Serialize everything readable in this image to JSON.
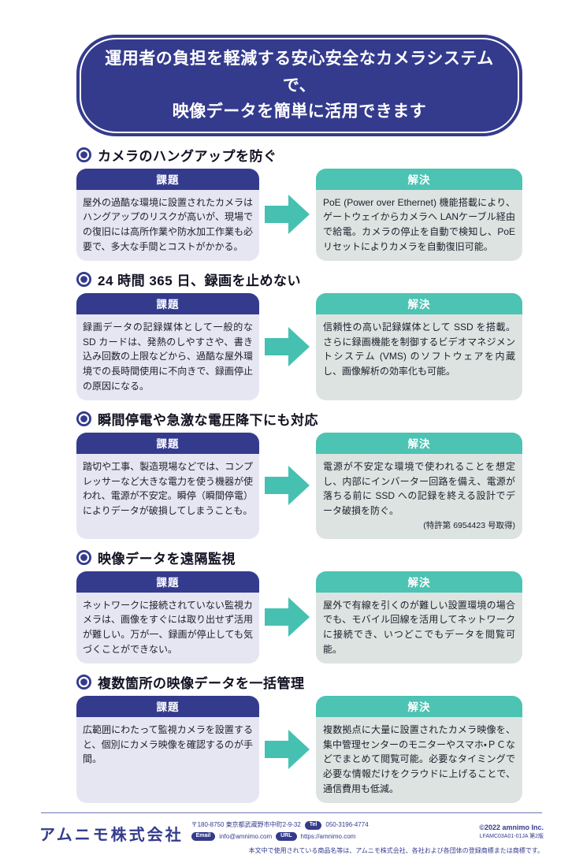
{
  "header": {
    "title_line1": "運用者の負担を軽減する安心安全なカメラシステムで、",
    "title_line2": "映像データを簡単に活用できます"
  },
  "labels": {
    "issue": "課題",
    "solution": "解決"
  },
  "colors": {
    "navy": "#343b8d",
    "teal": "#4cc3b3",
    "issue_body_bg": "#e6e6f3",
    "solution_body_bg": "#dde3e1"
  },
  "sections": [
    {
      "heading": "カメラのハングアップを防ぐ",
      "issue": "屋外の過酷な環境に設置されたカメラはハングアップのリスクが高いが、現場での復旧には高所作業や防水加工作業も必要で、多大な手間とコストがかかる。",
      "solution": "PoE (Power over Ethernet) 機能搭載により、ゲートウェイからカメラへ LANケーブル経由で給電。カメラの停止を自動で検知し、PoE リセットによりカメラを自動復旧可能。"
    },
    {
      "heading": "24 時間 365 日、録画を止めない",
      "issue": "録画データの記録媒体として一般的な SD カードは、発熱のしやすさや、書き込み回数の上限などから、過酷な屋外環境での長時間使用に不向きで、録画停止の原因になる。",
      "solution": "信頼性の高い記録媒体として SSD を搭載。さらに録画機能を制御するビデオマネジメントシステム (VMS) のソフトウェアを内蔵し、画像解析の効率化も可能。"
    },
    {
      "heading": "瞬間停電や急激な電圧降下にも対応",
      "issue": "踏切や工事、製造現場などでは、コンプレッサーなど大きな電力を使う機器が使われ、電源が不安定。瞬停（瞬間停電）によりデータが破損してしまうことも。",
      "solution": "電源が不安定な環境で使われることを想定し、内部にインバーター回路を備え、電源が落ちる前に SSD への記録を終える設計でデータ破損を防ぐ。",
      "note": "(特許第 6954423 号取得)"
    },
    {
      "heading": "映像データを遠隔監視",
      "issue": "ネットワークに接続されていない監視カメラは、画像をすぐには取り出せず活用が難しい。万が一、録画が停止しても気づくことができない。",
      "solution": "屋外で有線を引くのが難しい設置環境の場合でも、モバイル回線を活用してネットワークに接続でき、いつどこでもデータを閲覧可能。"
    },
    {
      "heading": "複数箇所の映像データを一括管理",
      "issue": "広範囲にわたって監視カメラを設置すると、個別にカメラ映像を確認するのが手間。",
      "solution": "複数拠点に大量に設置されたカメラ映像を、集中管理センターのモニターやスマホ・ＰＣなどでまとめて閲覧可能。必要なタイミングで必要な情報だけをクラウドに上げることで、通信費用も低減。"
    }
  ],
  "footer": {
    "company": "アムニモ株式会社",
    "address": "〒180-8750 東京都武蔵野市中町2-9-32",
    "tel_label": "Tel",
    "tel": "050-3196-4774",
    "email_label": "Email",
    "email": "info@amnimo.com",
    "url_label": "URL",
    "url": "https://amnimo.com",
    "copyright": "©2022 amnimo Inc.",
    "doc_code": "LFAMC03A01-01JA 第2版",
    "disclaimer": "本文中で使用されている商品名等は、アムニモ株式会社、各社および各団体の登録商標または商標です。"
  }
}
